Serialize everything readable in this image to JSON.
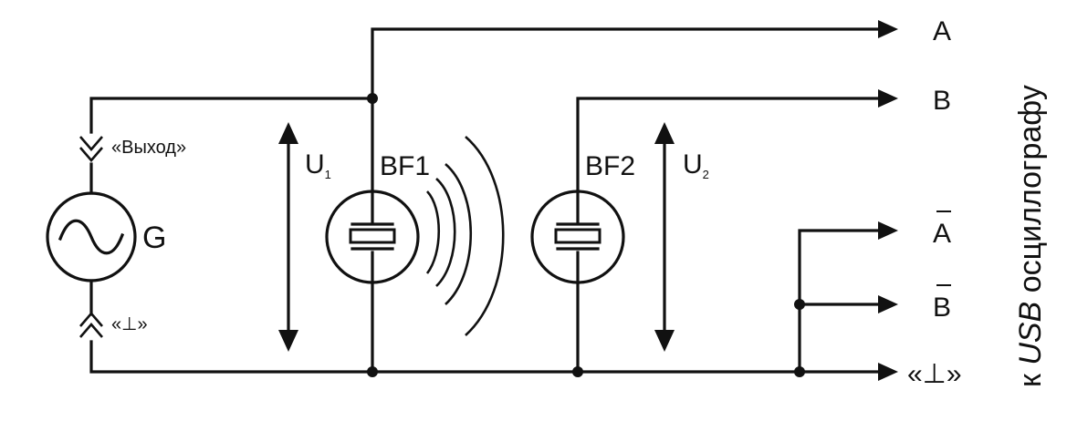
{
  "generator": {
    "connector_top_label": "«Выход»",
    "connector_bottom_label": "«⊥»",
    "symbol_label": "G",
    "waveform_icon": "sine-wave-icon"
  },
  "transducers": {
    "bf1_label": "BF1",
    "bf2_label": "BF2",
    "u1_label": "U",
    "u1_subscript": "1",
    "u2_label": "U",
    "u2_subscript": "2"
  },
  "outputs": {
    "a": "A",
    "b": "B",
    "a_bar": "A",
    "b_bar": "B",
    "ground": "«⊥»"
  },
  "side_caption": {
    "prefix": "к ",
    "usb": "USB",
    "suffix": " осциллографу"
  },
  "colors": {
    "ink": "#111111",
    "background": "#ffffff"
  }
}
